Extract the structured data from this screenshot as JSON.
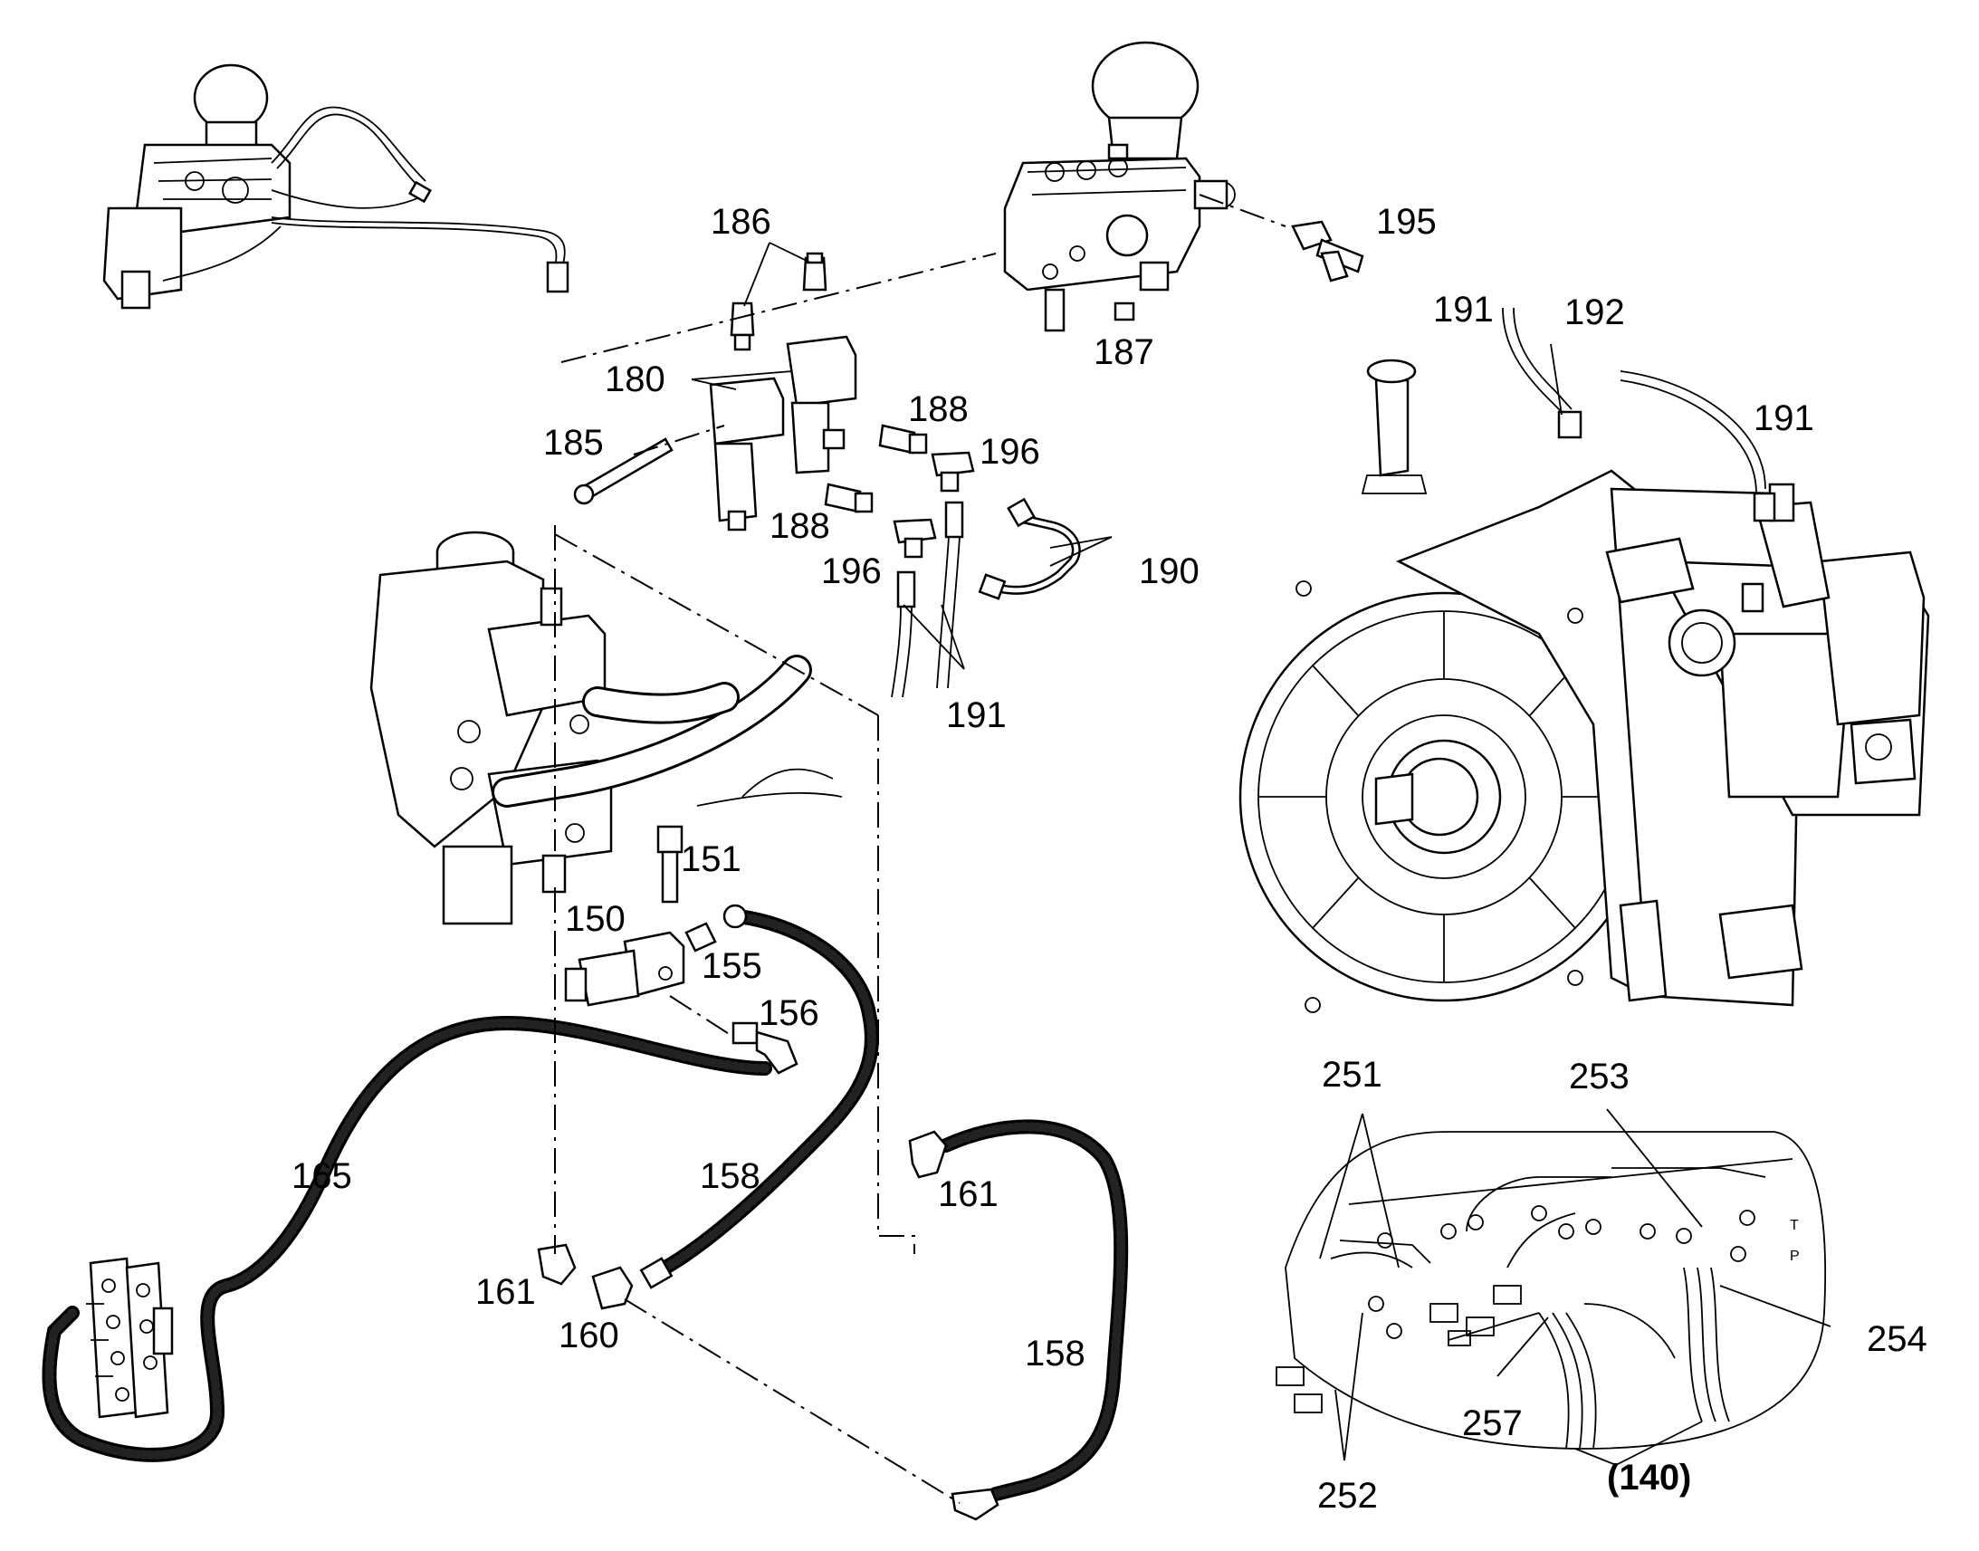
{
  "callouts": {
    "c186": "186",
    "c195": "195",
    "c187": "187",
    "c180": "180",
    "c185": "185",
    "c188a": "188",
    "c188b": "188",
    "c196a": "196",
    "c196b": "196",
    "c190": "190",
    "c191a": "191",
    "c191b": "191",
    "c191c": "191",
    "c192": "192",
    "c151": "151",
    "c150": "150",
    "c155": "155",
    "c156": "156",
    "c165": "165",
    "c158a": "158",
    "c158b": "158",
    "c161a": "161",
    "c161b": "161",
    "c160": "160",
    "c251": "251",
    "c253": "253",
    "c254": "254",
    "c257": "257",
    "c252": "252",
    "c140": "(140)"
  },
  "port_marks": {
    "t": "T",
    "p": "P"
  }
}
